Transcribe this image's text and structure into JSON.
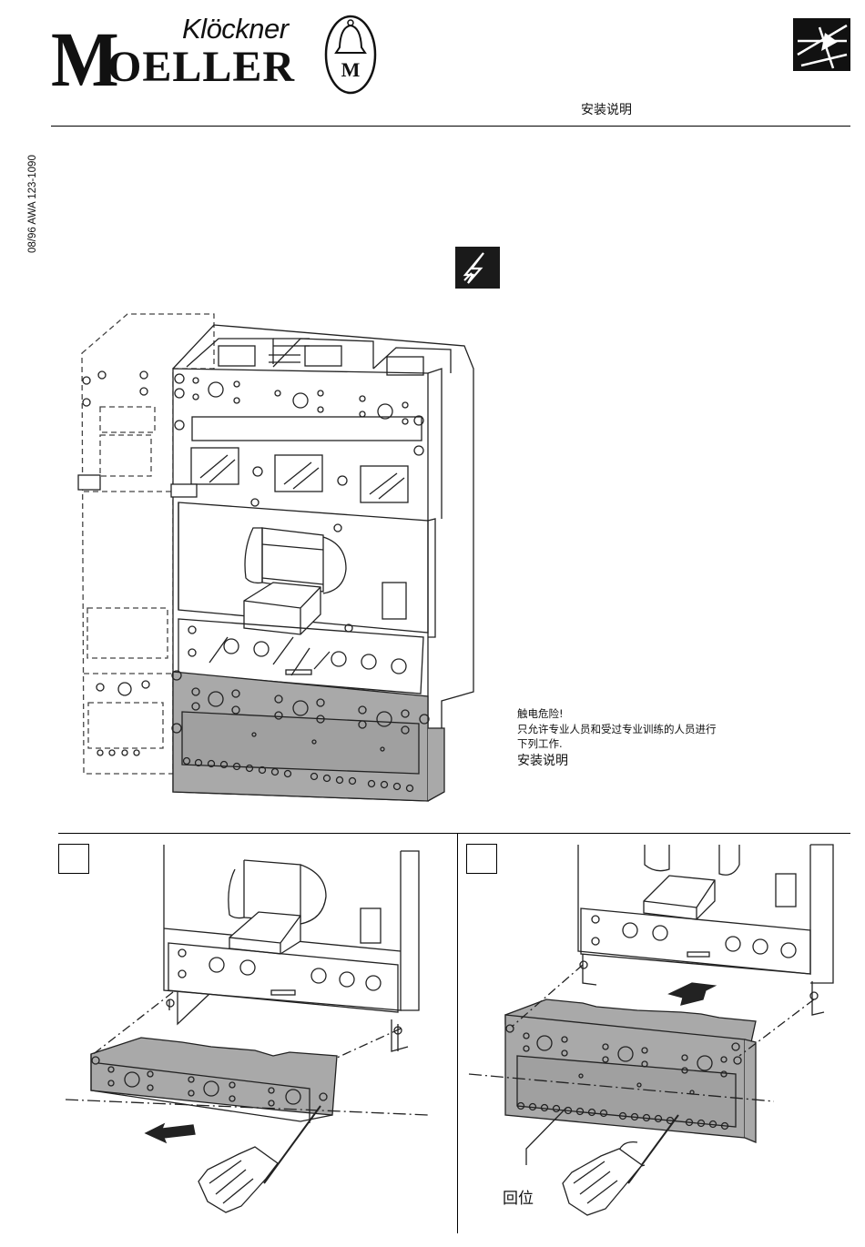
{
  "header": {
    "brand_small": "Klöckner",
    "brand_initial": "M",
    "brand_rest": "OELLER",
    "seal_letter": "M",
    "doc_title": "安装说明",
    "doc_code": "08/96 AWA 123-1090"
  },
  "warning": {
    "heading": "触电危险!",
    "line1": "只允许专业人员和受过专业训练的人员进行",
    "line2": "下列工作.",
    "line3": "安装说明"
  },
  "steps": {
    "step1_number": "",
    "step2_number": "",
    "reset_label": "回位"
  },
  "icons": {
    "brand_seal": "bell-seal-icon",
    "corner_logo": "lightning-corner-icon",
    "hazard": "electric-hazard-icon"
  },
  "colors": {
    "ink": "#111111",
    "accessory_fill": "#a9a9a9"
  }
}
